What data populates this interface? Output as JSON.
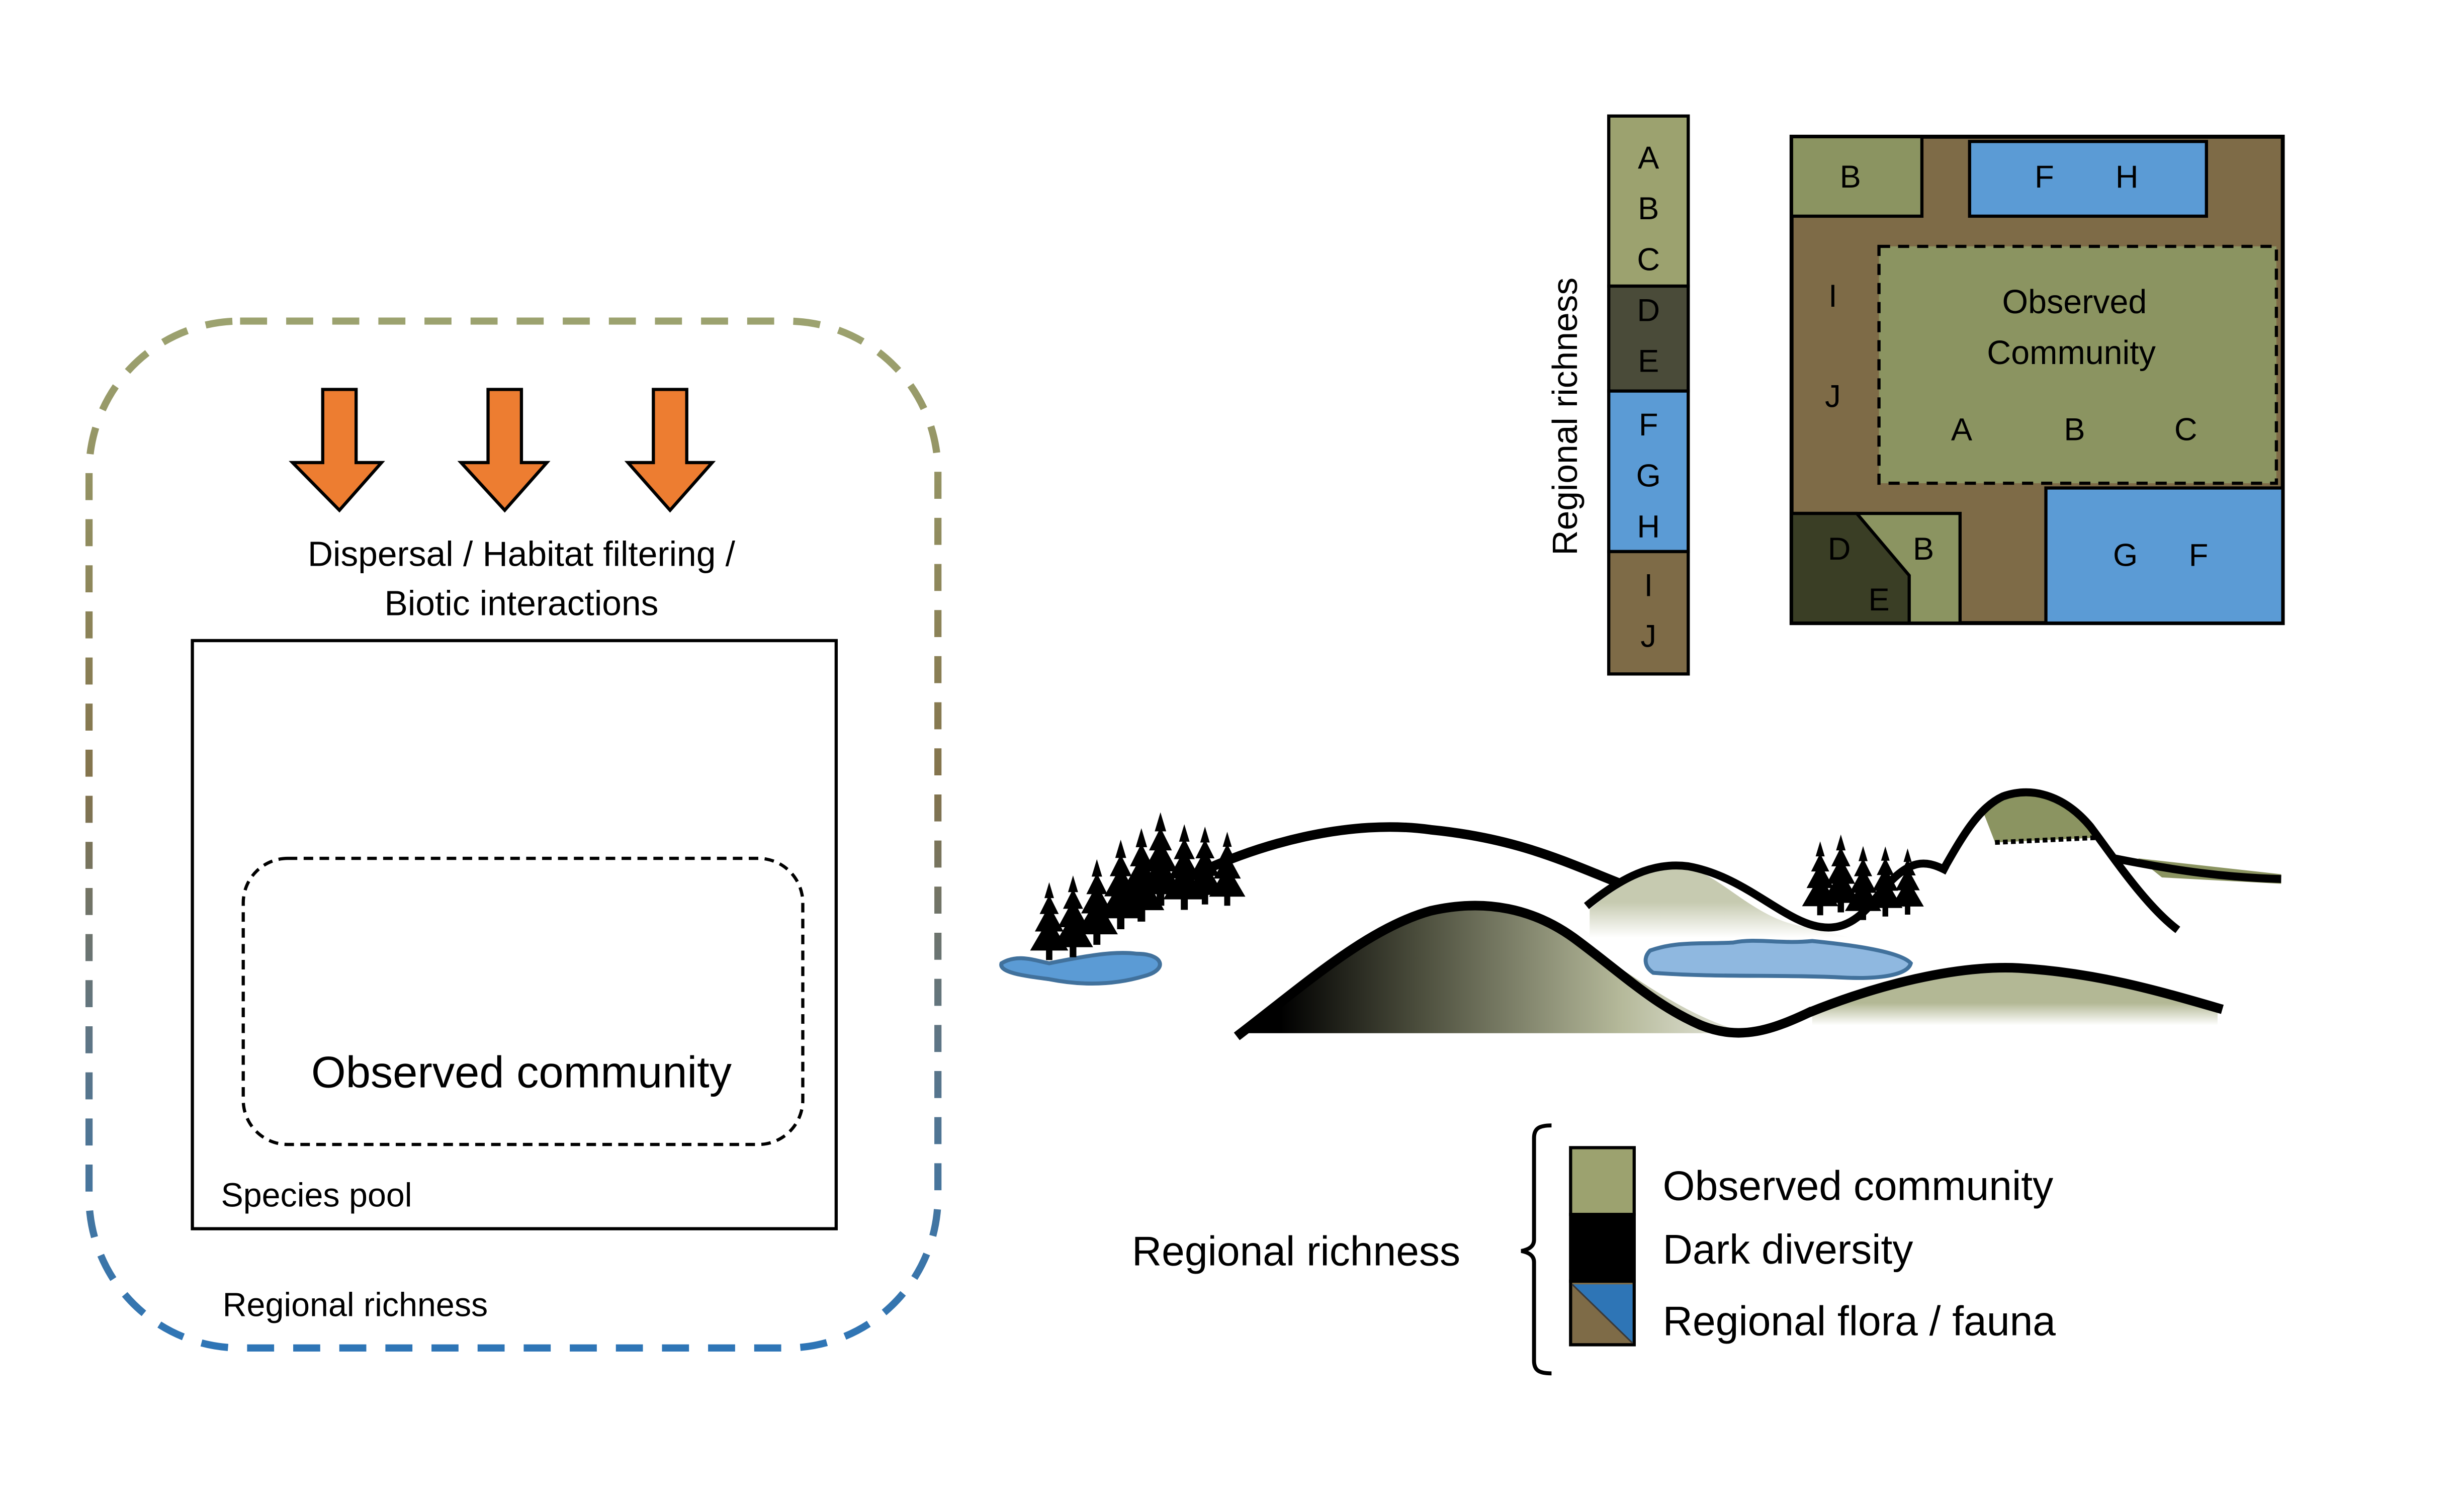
{
  "left_panel": {
    "arrow_count": 3,
    "processes_line1": "Dispersal / Habitat filtering /",
    "processes_line2": "Biotic interactions",
    "inner_label": "Observed community",
    "species_pool_label": "Species pool",
    "outer_label": "Regional richness"
  },
  "column": {
    "axis_label": "Regional richness",
    "segments": [
      {
        "letters": [
          "A",
          "B",
          "C"
        ],
        "category": "observed_community"
      },
      {
        "letters": [
          "D",
          "E"
        ],
        "category": "dark_diversity"
      },
      {
        "letters": [
          "F",
          "G",
          "H"
        ],
        "category": "regional_fauna"
      },
      {
        "letters": [
          "I",
          "J"
        ],
        "category": "regional_flora"
      }
    ]
  },
  "map": {
    "patch_top_left": "B",
    "patch_top_right": [
      "F",
      "H"
    ],
    "background_letters": [
      "I",
      "J"
    ],
    "observed_title_line1": "Observed",
    "observed_title_line2": "Community",
    "observed_letters": [
      "A",
      "B",
      "C"
    ],
    "patch_bottom_left_dark": [
      "D",
      "E"
    ],
    "patch_bottom_left_olive": "B",
    "patch_bottom_right": [
      "G",
      "F"
    ]
  },
  "legend": {
    "bracket_label": "Regional richness",
    "items": [
      {
        "label": "Observed community",
        "swatch": "olive"
      },
      {
        "label": "Dark diversity",
        "swatch": "black"
      },
      {
        "label": "Regional flora / fauna",
        "swatch": "brown-blue-split"
      }
    ]
  },
  "colors": {
    "olive": "#9ca26f",
    "olive_map": "#8b9461",
    "dark": "#4a4b39",
    "dark_map": "#3a3e25",
    "blue": "#5b9bd5",
    "blue_legend": "#2e75b6",
    "brown": "#7e6b47",
    "orange": "#ed7d31",
    "outer_top": "#9ca26f",
    "outer_bottom": "#2e75b6"
  }
}
